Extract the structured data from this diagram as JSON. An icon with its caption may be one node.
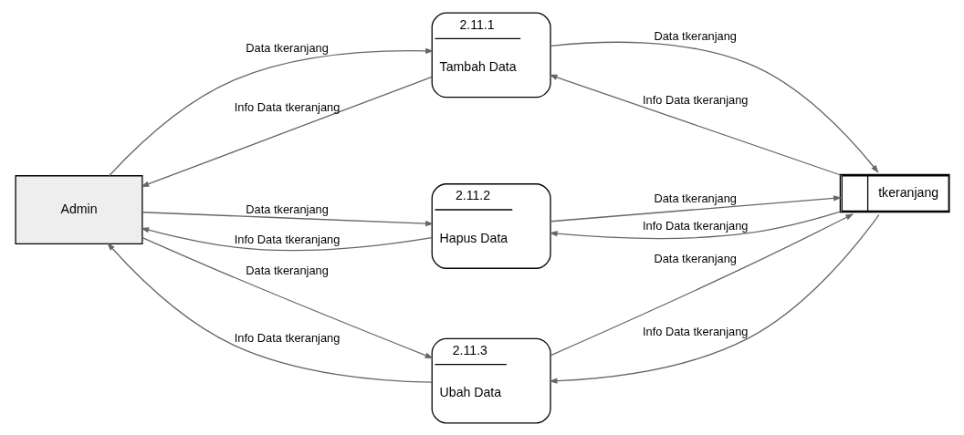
{
  "diagram": {
    "nodes": [
      {
        "text": [
          "Admin"
        ]
      },
      {
        "text": [
          "2.11.1",
          "Tambah Data"
        ]
      },
      {
        "text": [
          "2.11.2",
          "Hapus Data"
        ]
      },
      {
        "text": [
          "2.11.3",
          "Ubah Data"
        ]
      },
      {
        "text": [
          "tkeranjang"
        ]
      }
    ],
    "edges": [
      {
        "from": 0,
        "to": 1,
        "arrow": "to",
        "label": "Data tkeranjang"
      },
      {
        "from": 1,
        "to": 0,
        "arrow": "to",
        "label": "Info Data tkeranjang"
      },
      {
        "from": 1,
        "to": 4,
        "arrow": "to",
        "label": "Data tkeranjang"
      },
      {
        "from": 4,
        "to": 1,
        "arrow": "to",
        "label": "Info Data tkeranjang"
      },
      {
        "from": 0,
        "to": 2,
        "arrow": "to",
        "label": "Data tkeranjang"
      },
      {
        "from": 2,
        "to": 0,
        "arrow": "to",
        "label": "Info Data tkeranjang"
      },
      {
        "from": 2,
        "to": 4,
        "arrow": "to",
        "label": "Data tkeranjang"
      },
      {
        "from": 4,
        "to": 2,
        "arrow": "to",
        "label": "Info Data tkeranjang"
      },
      {
        "from": 0,
        "to": 3,
        "arrow": "to",
        "label": "Data tkeranjang"
      },
      {
        "from": 3,
        "to": 0,
        "arrow": "to",
        "label": "Info Data tkeranjang"
      },
      {
        "from": 3,
        "to": 4,
        "arrow": "to",
        "label": "Data tkeranjang"
      },
      {
        "from": 4,
        "to": 3,
        "arrow": "to",
        "label": "Info Data tkeranjang"
      }
    ]
  }
}
